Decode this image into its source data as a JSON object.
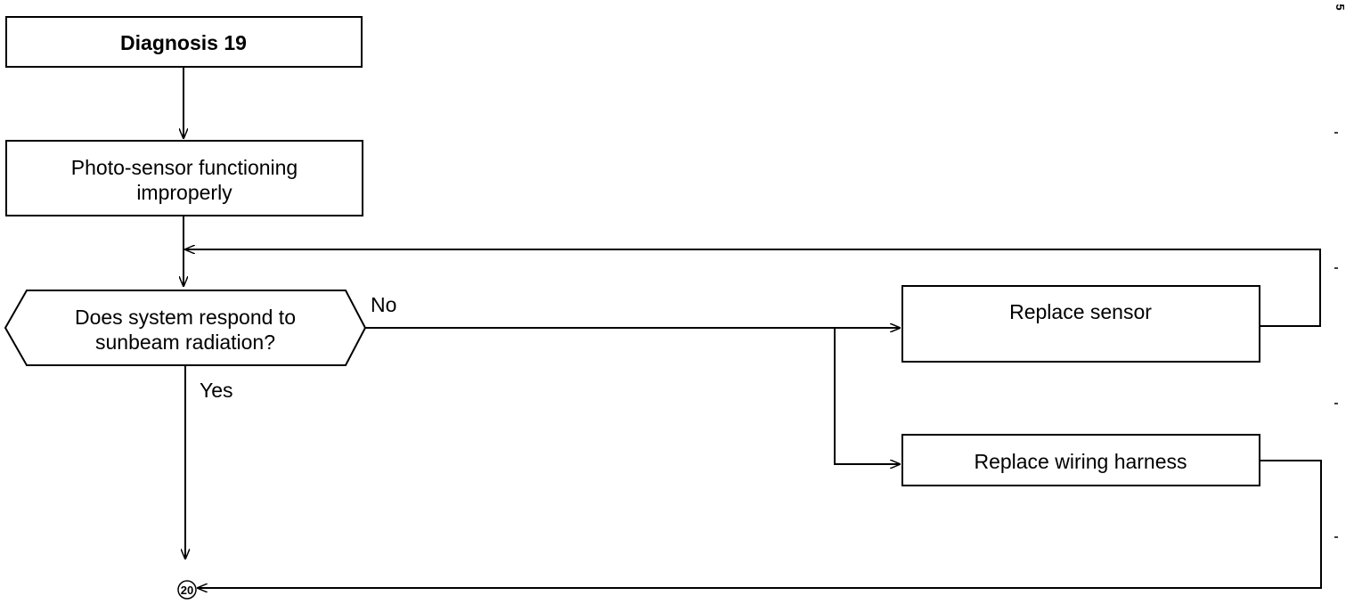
{
  "nodes": {
    "start": {
      "label": "Diagnosis 19"
    },
    "symptom": {
      "line1": "Photo-sensor functioning",
      "line2": "improperly"
    },
    "decision": {
      "line1": "Does system respond to",
      "line2": "sunbeam radiation?"
    },
    "replace_sensor": {
      "label": "Replace sensor"
    },
    "replace_harness": {
      "label": "Replace wiring harness"
    },
    "connector": {
      "label": "20"
    }
  },
  "edges": {
    "no_label": "No",
    "yes_label": "Yes"
  },
  "margin_mark": "5"
}
